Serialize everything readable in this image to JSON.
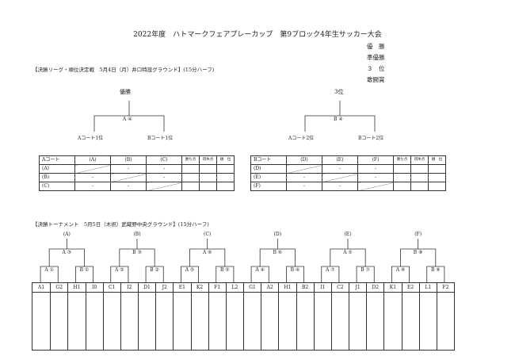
{
  "title": "2022年度　ハトマークフェアプレーカップ　第9ブロック4年生サッカー大会",
  "awards": [
    "優　勝",
    "準優勝",
    "３　位",
    "敢闘賞"
  ],
  "league_heading": "【決勝リーグ・順位決定戦　5月4日（月）井口特設グラウンド】(15分ハーフ)",
  "tournament_heading": "【決勝トーナメント　5月5日（木祝）武蔵野中央グラウンド】(15分ハーフ)",
  "final_bracket": {
    "top": "優勝",
    "match": "A ④",
    "left": "Aコート1位",
    "right": "Bコート1位"
  },
  "third_bracket": {
    "top": "3位",
    "match": "B ④",
    "left": "Aコート2位",
    "right": "Bコート2位"
  },
  "table_a": {
    "headers": [
      "Aコート",
      "(A)",
      "(B)",
      "(C)",
      "勝ち点",
      "得失点",
      "順　位"
    ],
    "rows": [
      {
        "label": "(A)",
        "cells": [
          "",
          "-",
          "-"
        ]
      },
      {
        "label": "(B)",
        "cells": [
          "-",
          "",
          "-"
        ]
      },
      {
        "label": "(C)",
        "cells": [
          "-",
          "-",
          ""
        ]
      }
    ]
  },
  "table_b": {
    "headers": [
      "Bコート",
      "(D)",
      "(E)",
      "(F)",
      "勝ち点",
      "得失点",
      "順　位"
    ],
    "rows": [
      {
        "label": "(D)",
        "cells": [
          "",
          "-",
          "-"
        ]
      },
      {
        "label": "(E)",
        "cells": [
          "-",
          "",
          "-"
        ]
      },
      {
        "label": "(F)",
        "cells": [
          "-",
          "-",
          ""
        ]
      }
    ]
  },
  "groups": [
    {
      "label": "(A)",
      "final": "A ③",
      "left": "A ①",
      "right": "B ①",
      "teams": [
        "A1",
        "G2",
        "H1",
        "I0"
      ]
    },
    {
      "label": "(B)",
      "final": "B ③",
      "left": "A ②",
      "right": "B ②",
      "teams": [
        "C1",
        "I2",
        "D1",
        "J2"
      ]
    },
    {
      "label": "(C)",
      "final": "A ⑥",
      "left": "A ⑤",
      "right": "B ⑤",
      "teams": [
        "E1",
        "K2",
        "F1",
        "L2"
      ]
    },
    {
      "label": "(D)",
      "final": "B ⑥",
      "left": "A ④",
      "right": "B ④",
      "teams": [
        "G1",
        "A2",
        "H1",
        "B2"
      ]
    },
    {
      "label": "(E)",
      "final": "A ⑤",
      "left": "A ⑦",
      "right": "B ⑦",
      "teams": [
        "I1",
        "C2",
        "J1",
        "D2"
      ]
    },
    {
      "label": "(F)",
      "final": "B ⑨",
      "left": "A ⑧",
      "right": "B ⑧",
      "teams": [
        "K1",
        "E2",
        "L1",
        "F2"
      ]
    }
  ]
}
